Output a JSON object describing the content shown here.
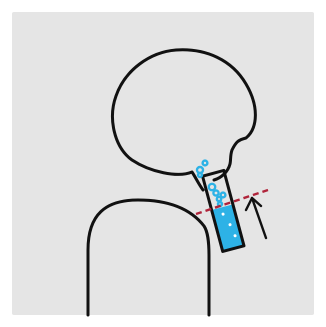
{
  "colors": {
    "page_background": "#ffffff",
    "panel_background": "#e5e5e5",
    "outline": "#111111",
    "fluid": "#2db2e6",
    "bubble": "#2db2e6",
    "dashed_line": "#b0243a",
    "arrow": "#111111"
  },
  "icons": {
    "figure": "head-and-shoulders-outline",
    "tube": "tilted-tube-with-fluid",
    "bubbles": "rising-bubbles",
    "level": "dashed-level-line",
    "direction": "upward-arrow"
  },
  "tube": {
    "fill_fraction": 0.55
  }
}
